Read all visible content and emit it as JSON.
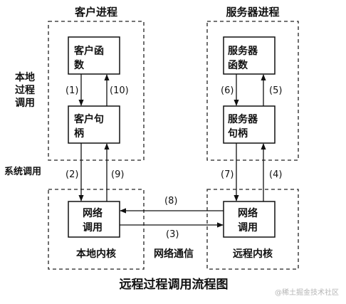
{
  "labels": {
    "client_process": "客户进程",
    "server_process": "服务器进程",
    "local_call": [
      "本地",
      "过程",
      "调用"
    ],
    "system_call": "系统调用",
    "local_kernel": "本地内核",
    "network_comm": "网络通信",
    "remote_kernel": "远程内核",
    "caption": "远程过程调用流程图"
  },
  "boxes": {
    "client_function": [
      "客户函",
      "数"
    ],
    "client_handle": [
      "客户句",
      "柄"
    ],
    "server_function": [
      "服务器",
      "函数"
    ],
    "server_handle": [
      "服务器",
      "句柄"
    ],
    "client_network": [
      "网络",
      "调用"
    ],
    "server_network": [
      "网络",
      "调用"
    ]
  },
  "steps": {
    "s1": "(1)",
    "s10": "(10)",
    "s2": "(2)",
    "s9": "(9)",
    "s8": "(8)",
    "s3": "(3)",
    "s6": "(6)",
    "s5": "(5)",
    "s7": "(7)",
    "s4": "(4)"
  },
  "watermark": "@稀土掘金技术社区"
}
